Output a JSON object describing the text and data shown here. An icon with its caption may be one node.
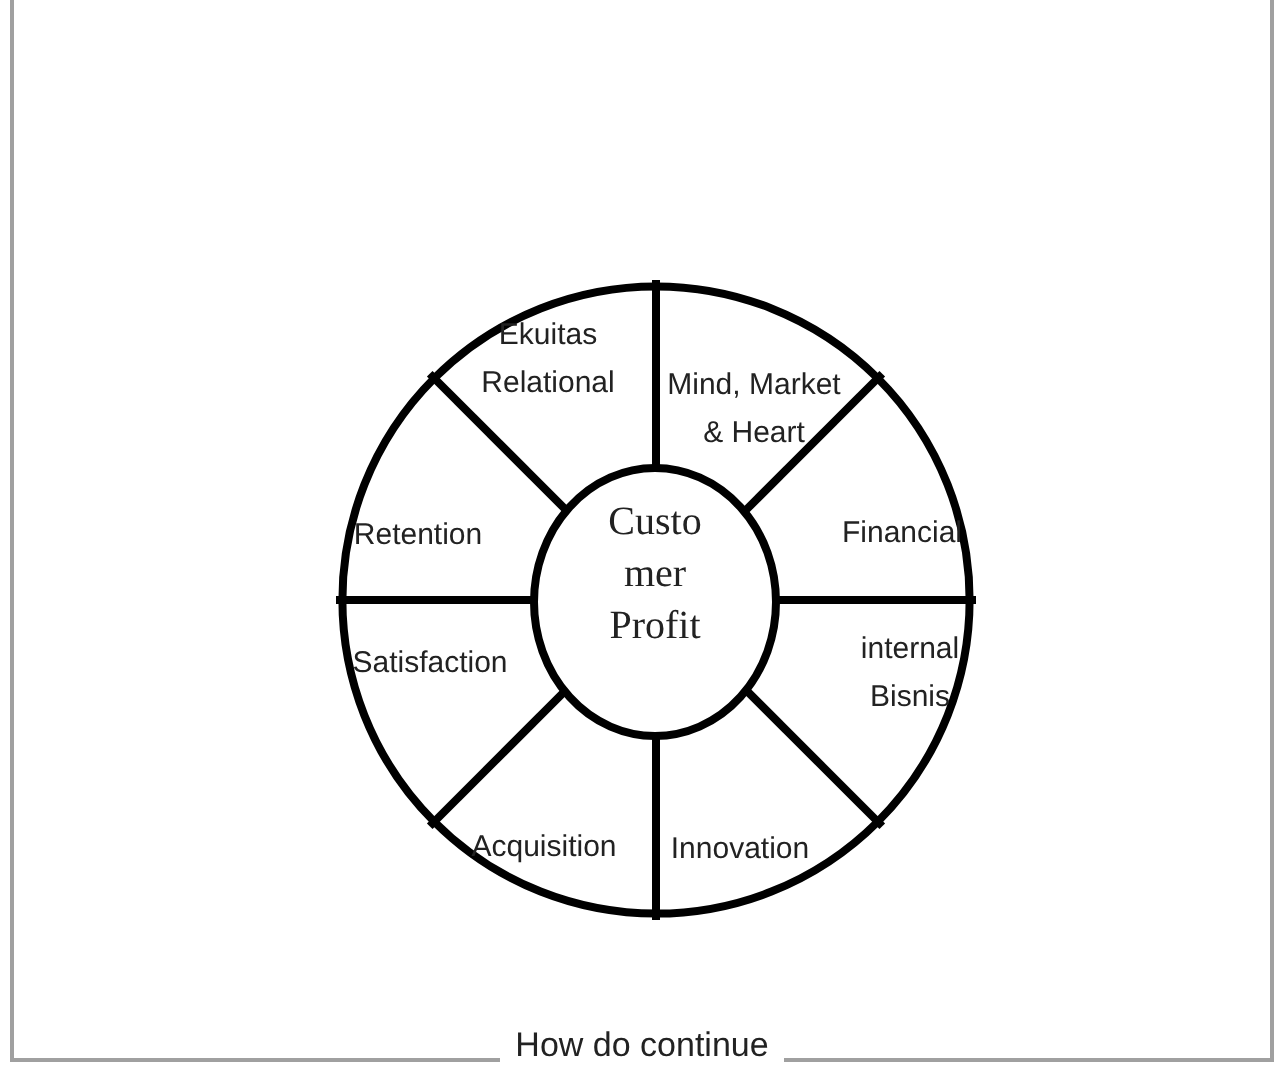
{
  "diagram": {
    "caption": "How do continue",
    "nodes": [
      {
        "text": [],
        "shape": "circle"
      },
      {
        "text": [
          "Ekuitas Relational"
        ],
        "in": 0
      },
      {
        "text": [
          "Mind, Market & Heart"
        ],
        "in": 0
      },
      {
        "text": [
          "Financial"
        ],
        "in": 0
      },
      {
        "text": [
          "internal Bisnis"
        ],
        "in": 0
      },
      {
        "text": [
          "Innovation"
        ],
        "in": 0
      },
      {
        "text": [
          "Acquisition"
        ],
        "in": 0
      },
      {
        "text": [
          "Satisfaction"
        ],
        "in": 0
      },
      {
        "text": [
          "Retention"
        ],
        "in": 0
      },
      {
        "text": [
          "Customer Profit"
        ],
        "in": 0
      }
    ]
  }
}
